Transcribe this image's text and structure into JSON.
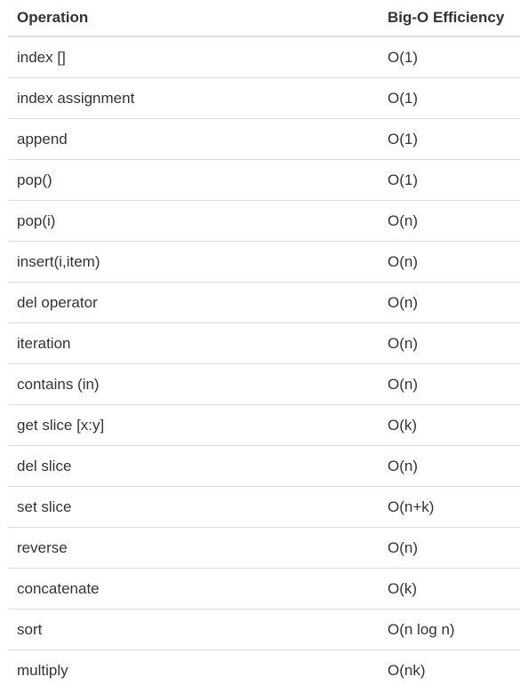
{
  "table": {
    "headers": [
      "Operation",
      "Big-O Efficiency"
    ],
    "rows": [
      {
        "operation": "index []",
        "efficiency": "O(1)"
      },
      {
        "operation": "index assignment",
        "efficiency": "O(1)"
      },
      {
        "operation": "append",
        "efficiency": "O(1)"
      },
      {
        "operation": "pop()",
        "efficiency": "O(1)"
      },
      {
        "operation": "pop(i)",
        "efficiency": "O(n)"
      },
      {
        "operation": "insert(i,item)",
        "efficiency": "O(n)"
      },
      {
        "operation": "del operator",
        "efficiency": "O(n)"
      },
      {
        "operation": "iteration",
        "efficiency": "O(n)"
      },
      {
        "operation": "contains (in)",
        "efficiency": "O(n)"
      },
      {
        "operation": "get slice [x:y]",
        "efficiency": "O(k)"
      },
      {
        "operation": "del slice",
        "efficiency": "O(n)"
      },
      {
        "operation": "set slice",
        "efficiency": "O(n+k)"
      },
      {
        "operation": "reverse",
        "efficiency": "O(n)"
      },
      {
        "operation": "concatenate",
        "efficiency": "O(k)"
      },
      {
        "operation": "sort",
        "efficiency": "O(n log n)"
      },
      {
        "operation": "multiply",
        "efficiency": "O(nk)"
      }
    ]
  }
}
